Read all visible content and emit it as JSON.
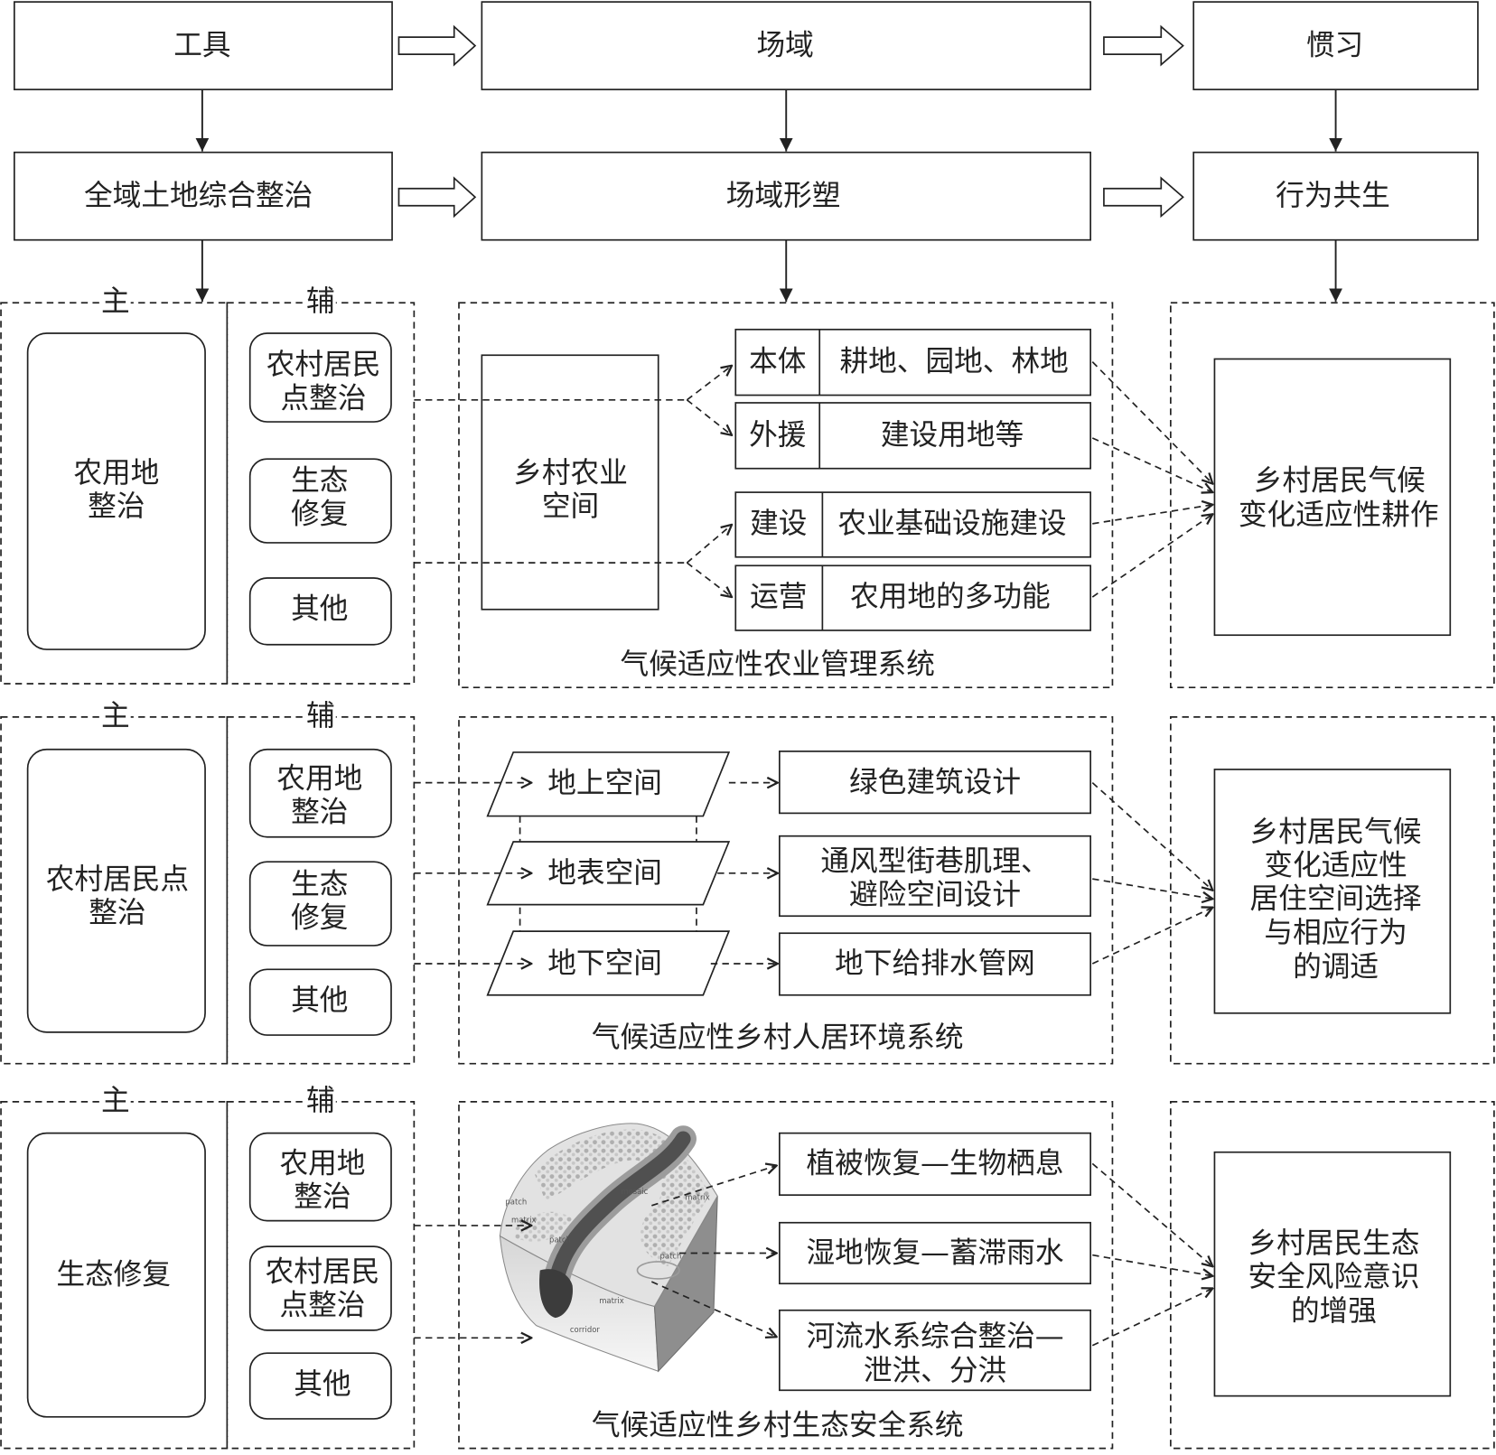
{
  "top_row": {
    "tool": "工具",
    "field": "场域",
    "habitus": "惯习"
  },
  "second_row": {
    "tool": "全域土地综合整治",
    "field": "场域形塑",
    "habitus": "行为共生"
  },
  "sections": [
    {
      "main_label": "主",
      "aux_label": "辅",
      "main_item": [
        "农用地",
        "整治"
      ],
      "aux_items": [
        [
          "农村居民",
          "点整治"
        ],
        [
          "生态",
          "修复"
        ],
        [
          "其他"
        ]
      ],
      "space": [
        "乡村农业",
        "空间"
      ],
      "components": [
        {
          "key": "本体",
          "value": "耕地、园地、林地"
        },
        {
          "key": "外援",
          "value": "建设用地等"
        },
        {
          "key": "建设",
          "value": "农业基础设施建设"
        },
        {
          "key": "运营",
          "value": "农用地的多功能"
        }
      ],
      "system_title": "气候适应性农业管理系统",
      "outcome": [
        "乡村居民气候",
        "变化适应性耕作"
      ]
    },
    {
      "main_label": "主",
      "aux_label": "辅",
      "main_item": [
        "农村居民点",
        "整治"
      ],
      "aux_items": [
        [
          "农用地",
          "整治"
        ],
        [
          "生态",
          "修复"
        ],
        [
          "其他"
        ]
      ],
      "layers": [
        "地上空间",
        "地表空间",
        "地下空间"
      ],
      "measures": [
        [
          "绿色建筑设计"
        ],
        [
          "通风型街巷肌理、",
          "避险空间设计"
        ],
        [
          "地下给排水管网"
        ]
      ],
      "system_title": "气候适应性乡村人居环境系统",
      "outcome": [
        "乡村居民气候",
        "变化适应性",
        "居住空间选择",
        "与相应行为",
        "的调适"
      ]
    },
    {
      "main_label": "主",
      "aux_label": "辅",
      "main_item": [
        "生态修复"
      ],
      "aux_items": [
        [
          "农用地",
          "整治"
        ],
        [
          "农村居民",
          "点整治"
        ],
        [
          "其他"
        ]
      ],
      "illustration_labels": [
        "patch",
        "matrix",
        "patch",
        "mosaic",
        "matrix",
        "patch",
        "matrix",
        "corridor"
      ],
      "measures": [
        [
          "植被恢复—生物栖息"
        ],
        [
          "湿地恢复—蓄滞雨水"
        ],
        [
          "河流水系综合整治—",
          "泄洪、分洪"
        ]
      ],
      "system_title": "气候适应性乡村生态安全系统",
      "outcome": [
        "乡村居民生态",
        "安全风险意识",
        "的增强"
      ]
    }
  ],
  "colors": {
    "ink": "#222222",
    "background": "#ffffff"
  }
}
